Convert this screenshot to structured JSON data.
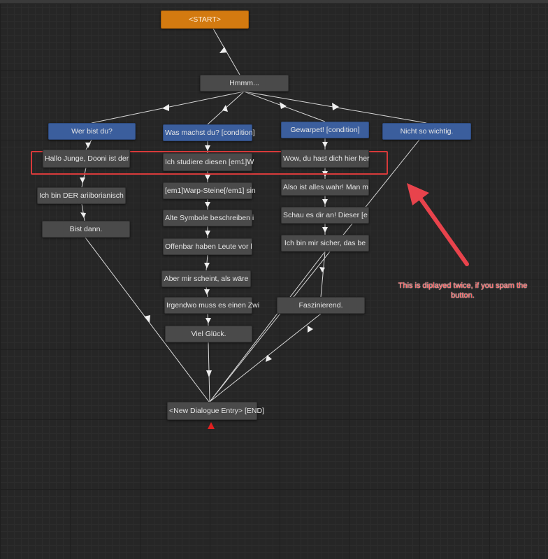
{
  "graph": {
    "start": "<START>",
    "hub": "Hmmm...",
    "player_choices": {
      "wer_bist_du": "Wer bist du?",
      "was_machst_du": "Was machst du? [condition]",
      "gewarpet": "Gewarpet! [condition]",
      "nicht_so_wichtig": "Nicht so wichtig."
    },
    "left_branch": {
      "hallo": "Hallo Junge, Dooni ist der",
      "ich_bin_der": "Ich bin DER ariiborianisch",
      "bist_dann": "Bist dann."
    },
    "middle_branch": {
      "ich_studiere": "Ich studiere diesen [em1]W",
      "warp_steine": "[em1]Warp-Steine[/em1] sin",
      "alte_symbole": "Alte Symbole beschreiben i",
      "offenbar": "Offenbar haben Leute vor l",
      "aber_mir": "Aber mir scheint, als wäre",
      "irgendwo": "Irgendwo muss es einen Zwi",
      "viel_glueck": "Viel Glück."
    },
    "right_branch": {
      "wow": "Wow, du hast dich hier her",
      "also_ist": "Also ist alles wahr! Man m",
      "schau_es": "Schau es dir an! Dieser [e",
      "ich_bin_mir": "Ich bin mir sicher, das be",
      "faszinierend": "Faszinierend."
    },
    "end": "<New Dialogue Entry> [END]"
  },
  "annotation": {
    "text": "This is diplayed twice, if you spam the button."
  },
  "colors": {
    "start_node": "#d37a10",
    "player_node": "#3b5e9d",
    "npc_node": "#4a4a4a",
    "highlight": "#d83a3a",
    "annotation": "#ff5a5a"
  }
}
